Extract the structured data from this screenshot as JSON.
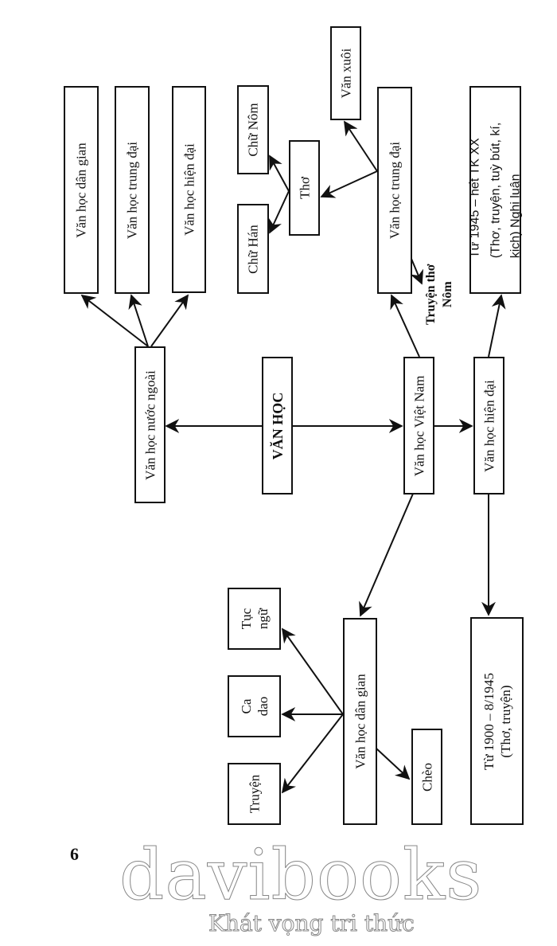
{
  "diagram": {
    "root": "VĂN HỌC",
    "foreign": {
      "label": "Văn học nước ngoài",
      "children": [
        "Văn học dân gian",
        "Văn học trung đại",
        "Văn học hiện đại"
      ]
    },
    "vietnam": {
      "label": "Văn học Việt Nam",
      "medieval": {
        "label": "Văn học trung đại",
        "poetry": {
          "label": "Thơ",
          "children": [
            "Chữ Hán",
            "Chữ Nôm"
          ]
        },
        "prose": "Văn xuôi",
        "verse_tale": "Truyện thơ\nNôm"
      },
      "modern": {
        "label": "Văn học hiện đại",
        "period_1": "Từ 1900 – 8/1945\n(Thơ, truyện)",
        "period_2": "Từ 1945 – hết TK XX\n(Thơ, truyện, tuỳ bút, kí,\nkịch) Nghị luận"
      },
      "folk": {
        "label": "Văn học dân gian",
        "children": [
          "Truyện",
          "Ca\ndao",
          "Tục\nngữ",
          "Chèo"
        ]
      }
    }
  },
  "page": {
    "number": "6",
    "watermark": "davibooks",
    "tagline": "Khát vọng tri thức"
  }
}
